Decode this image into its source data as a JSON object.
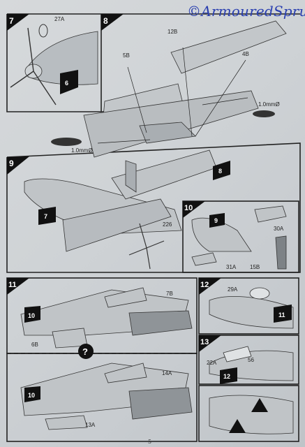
{
  "watermark": "©ArmouredSprue",
  "page_number": "5",
  "steps": {
    "s7": {
      "number": "7",
      "parts": [
        "27A"
      ],
      "arrow_label": "6"
    },
    "s8": {
      "number": "8",
      "parts": [
        "12B",
        "5B",
        "4B"
      ],
      "drill_left": "1.0mmØ",
      "drill_right": "1.0mmØ"
    },
    "s9": {
      "number": "9",
      "arrow_top": "8",
      "arrow_left": "7",
      "parts": [
        "226"
      ]
    },
    "s10": {
      "number": "10",
      "arrow_label": "9",
      "parts": [
        "30A",
        "31A",
        "15B"
      ]
    },
    "s11": {
      "number": "11",
      "arrow_label": "10",
      "parts": [
        "7B",
        "6B",
        "14A",
        "13A"
      ],
      "arrow_label_lower": "10",
      "unknown_mark": "?"
    },
    "s12": {
      "number": "12",
      "parts": [
        "29A"
      ],
      "arrow_label": "11"
    },
    "s13": {
      "number": "13",
      "parts": [
        "22A",
        "56"
      ],
      "arrow_label": "12"
    }
  },
  "colors": {
    "ink": "#1a1a1a",
    "paper": "#d2d6d9",
    "watermark": "#2a3fb0"
  }
}
